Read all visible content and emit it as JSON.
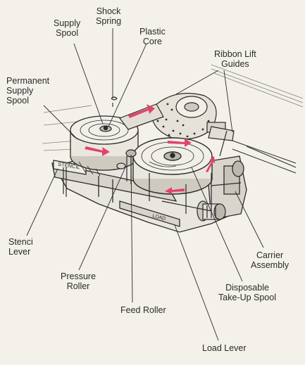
{
  "labels": {
    "shock_spring": [
      "Shock",
      "Spring"
    ],
    "supply_spool": [
      "Supply",
      "Spool"
    ],
    "plastic_core": [
      "Plastic",
      "Core"
    ],
    "ribbon_lift_guides": [
      "Ribbon Lift",
      "Guides"
    ],
    "permanent_supply_spool": [
      "Permanent",
      "Supply",
      "Spool"
    ],
    "stencil_lever": [
      "Stenci",
      "Lever"
    ],
    "pressure_roller": [
      "Pressure",
      "Roller"
    ],
    "feed_roller": "Feed Roller",
    "carrier_assembly": [
      "Carrier",
      "Assembly"
    ],
    "disposable_take_up_spool": [
      "Disposable",
      "Take-Up Spool"
    ],
    "load_lever": "Load Lever"
  },
  "plate_text": {
    "stencil": "STENCIL",
    "load": "LOAD"
  },
  "colors": {
    "line": "#2a2a2a",
    "arrow": "#e0446a",
    "metal_light": "#e9e6df",
    "metal_dark": "#bdb8ae",
    "background": "#f4f1ea"
  }
}
